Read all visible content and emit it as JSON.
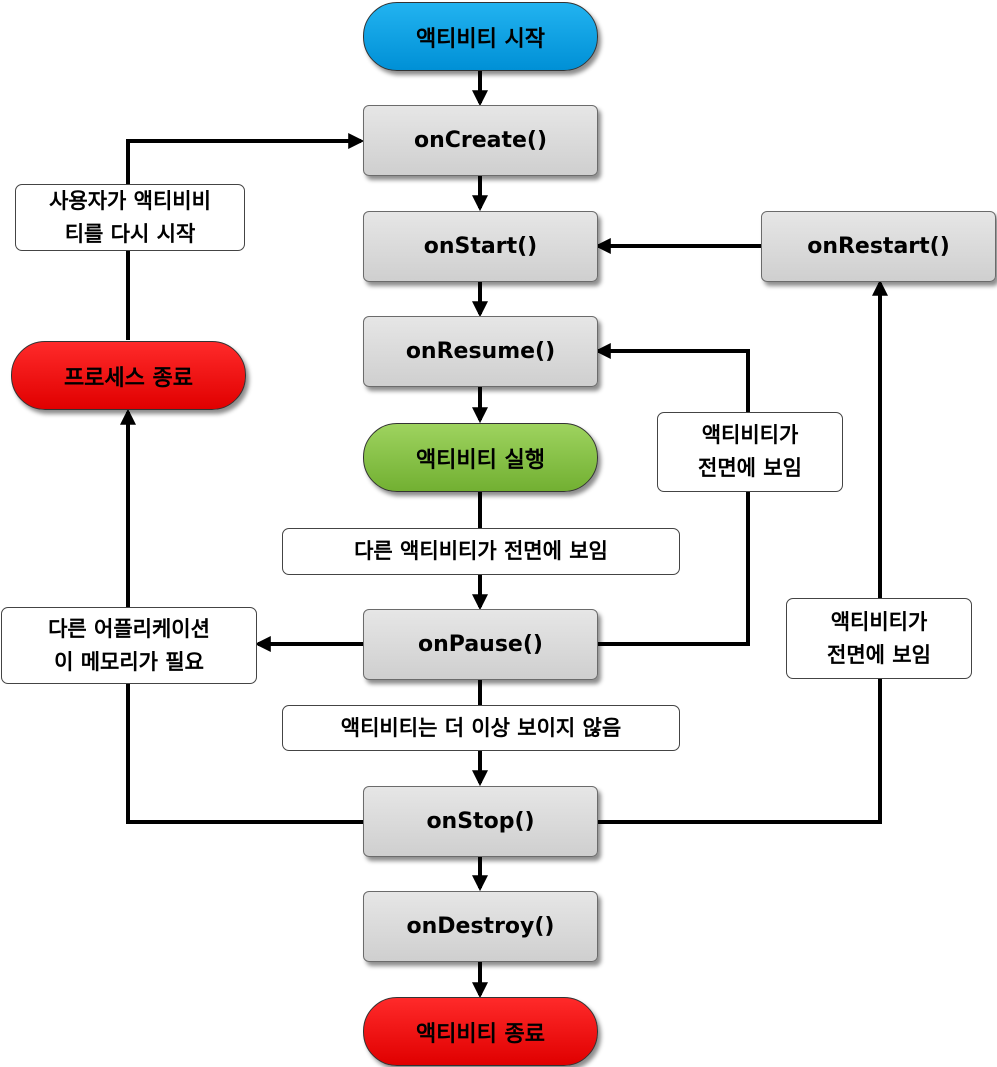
{
  "nodes": {
    "start": "액티비티 시작",
    "on_create": "onCreate()",
    "on_start": "onStart()",
    "on_restart": "onRestart()",
    "on_resume": "onResume()",
    "running": "액티비티 실행",
    "on_pause": "onPause()",
    "on_stop": "onStop()",
    "on_destroy": "onDestroy()",
    "process_killed": "프로세스 종료",
    "end": "액티비티 종료"
  },
  "labels": {
    "user_restart": "사용자가 액티비비\n티를 다시 시작",
    "other_in_front": "다른 액티비티가 전면에 보임",
    "other_app_memory": "다른 어플리케이션\n이 메모리가 필요",
    "back_to_front_resume": "액티비티가\n전면에 보임",
    "back_to_front_restart": "액티비티가\n전면에 보임",
    "no_longer_visible": "액티비티는 더 이상 보이지 않음"
  },
  "colors": {
    "start_pill": "#0aa2e6",
    "running_pill": "#84c341",
    "terminate_pill": "#ff0000",
    "method_box": "#d9d9d9",
    "arrow": "#000000"
  }
}
